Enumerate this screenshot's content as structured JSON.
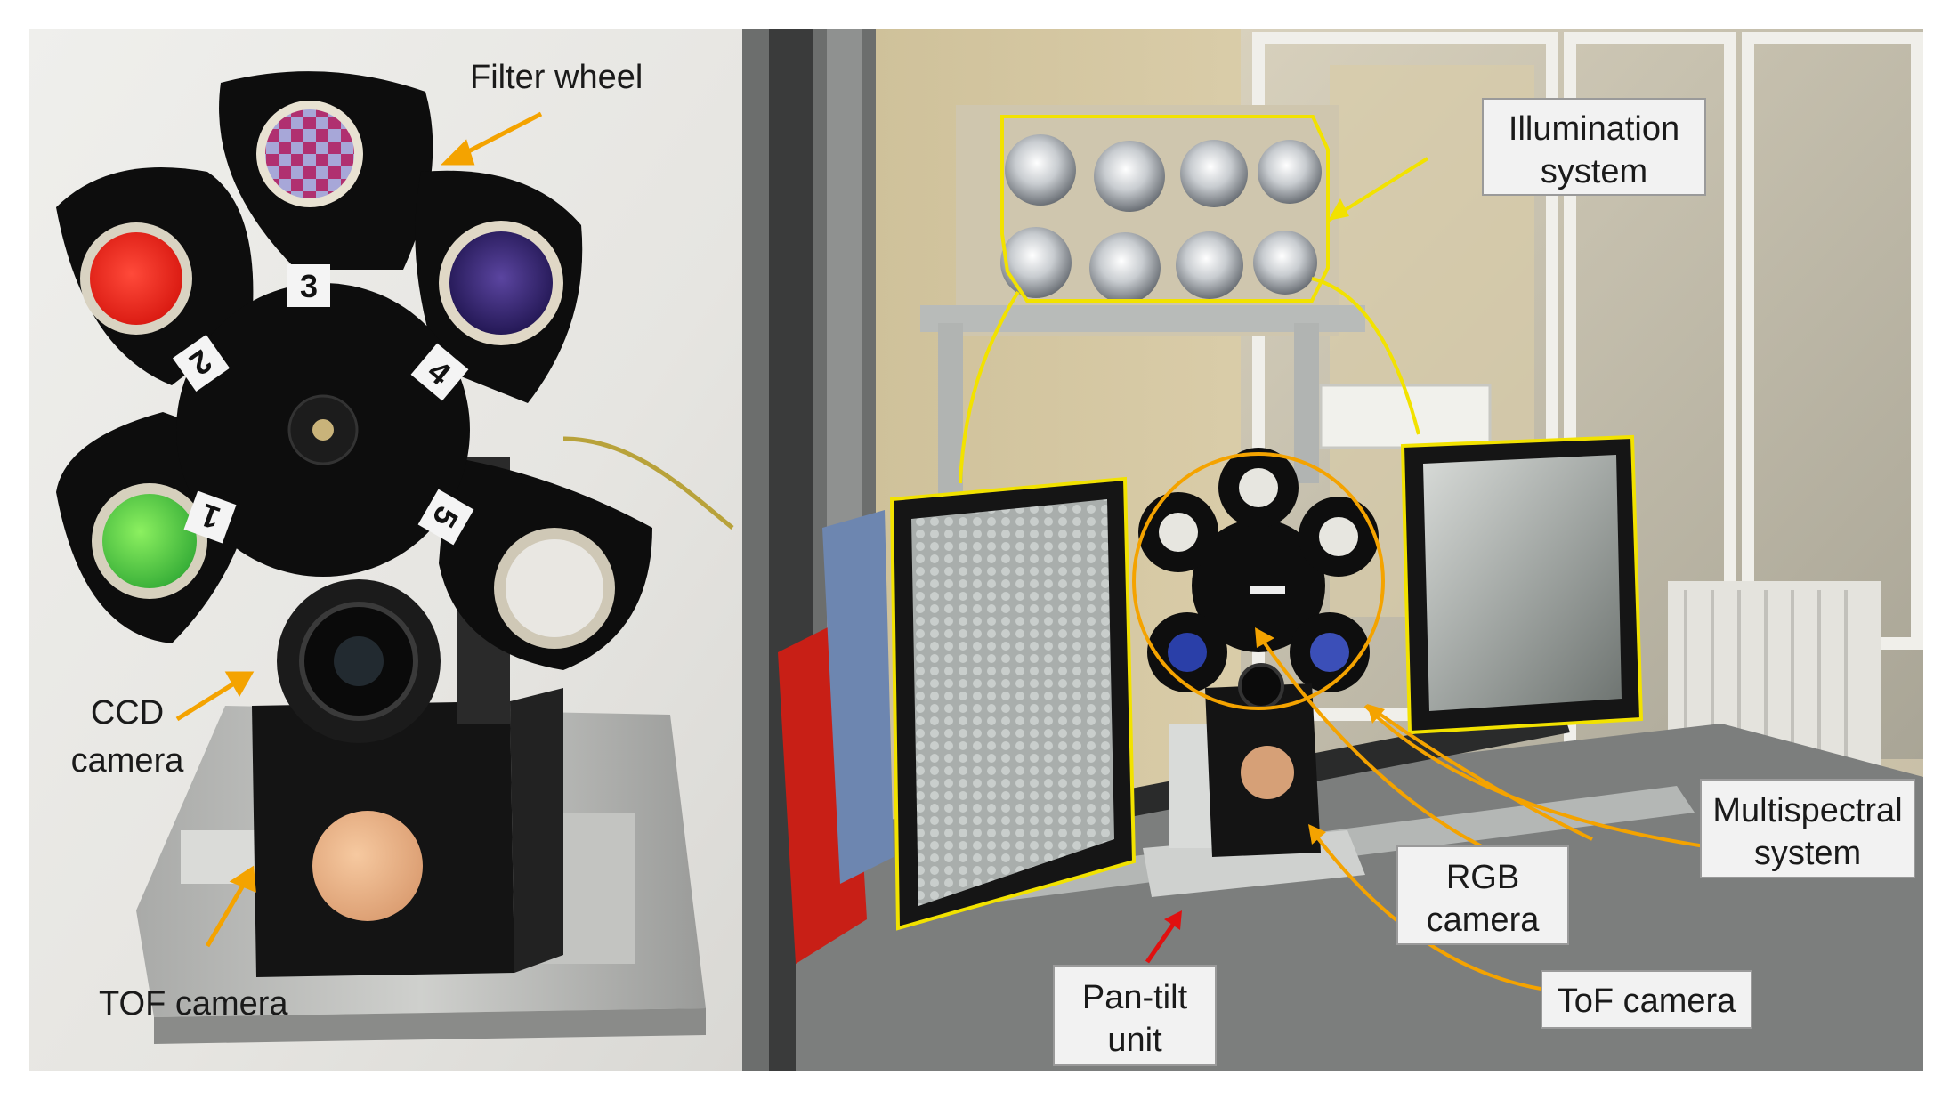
{
  "left_panel": {
    "labels": {
      "filter_wheel": "Filter wheel",
      "ccd_line1": "CCD",
      "ccd_line2": "camera",
      "tof": "TOF camera"
    },
    "filter_numbers": [
      "1",
      "2",
      "3",
      "4",
      "5"
    ]
  },
  "right_panel": {
    "labels": {
      "illumination_line1": "Illumination",
      "illumination_line2": "system",
      "multispectral_line1": "Multispectral",
      "multispectral_line2": "system",
      "rgb_line1": "RGB",
      "rgb_line2": "camera",
      "pantilt_line1": "Pan-tilt",
      "pantilt_line2": "unit",
      "tof": "ToF camera"
    }
  },
  "colors": {
    "arrow_orange": "#f4a300",
    "highlight_yellow": "#f2e200",
    "arrow_red": "#e01010",
    "label_box_fill": "#f2f2f2",
    "label_box_stroke": "#9a9a9a"
  }
}
